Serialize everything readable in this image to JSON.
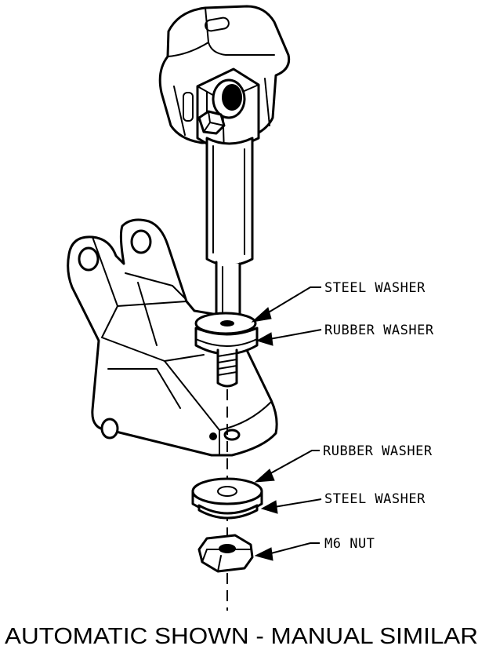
{
  "callouts": {
    "steel_washer_upper": "STEEL WASHER",
    "rubber_washer_upper": "RUBBER WASHER",
    "rubber_washer_lower": "RUBBER WASHER",
    "steel_washer_lower": "STEEL WASHER",
    "m6_nut": "M6 NUT"
  },
  "caption": "AUTOMATIC SHOWN - MANUAL SIMILAR",
  "colors": {
    "line": "#000000",
    "background": "#ffffff"
  }
}
